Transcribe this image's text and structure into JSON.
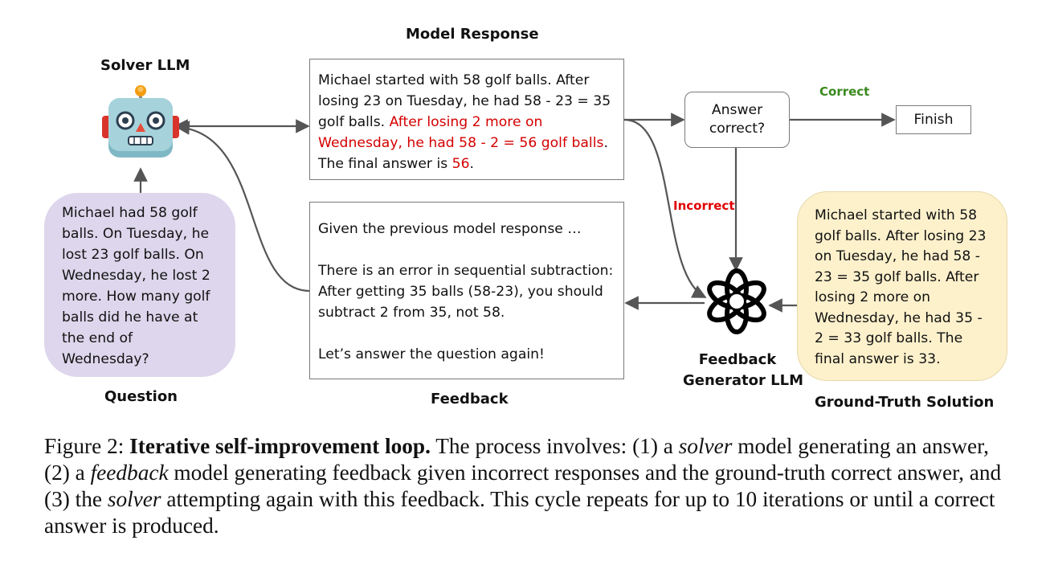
{
  "labels": {
    "solver": "Solver LLM",
    "model_response": "Model Response",
    "question": "Question",
    "feedback": "Feedback",
    "feedback_generator_line1": "Feedback",
    "feedback_generator_line2": "Generator LLM",
    "ground_truth": "Ground-Truth Solution",
    "correct": "Correct",
    "incorrect": "Incorrect"
  },
  "nodes": {
    "answer_check_line1": "Answer",
    "answer_check_line2": "correct?",
    "finish": "Finish"
  },
  "question_text": "Michael had 58 golf balls. On Tuesday, he lost 23 golf balls. On Wednesday, he lost 2 more. How many golf balls did he have at the end of Wednesday?",
  "response": {
    "part1": "Michael started with 58 golf balls. After losing 23 on Tuesday, he had 58 - 23 = 35 golf balls. ",
    "error_part": "After losing 2 more on Wednesday, he had 58 - 2 = 56 golf balls",
    "part2": ". The final answer is ",
    "final_answer": "56",
    "part3": "."
  },
  "feedback_text": {
    "p1": "Given the previous model response …",
    "p2": "There is an error in sequential subtraction: After getting 35 balls (58-23), you should subtract 2 from 35, not 58.",
    "p3": "Let’s answer the question again!"
  },
  "ground_truth_text": "Michael started with 58 golf balls. After losing 23 on Tuesday, he had 58 - 23 = 35 golf balls. After losing 2 more on Wednesday, he had 35 - 2 = 33 golf balls. The final answer is 33.",
  "caption": {
    "prefix": "Figure 2: ",
    "title": "Iterative self-improvement loop.",
    "t1": " The process involves: (1) a ",
    "em1": "solver",
    "t2": " model generating an answer, (2) a ",
    "em2": "feedback",
    "t3": " model generating feedback given incorrect responses and the ground-truth correct answer, and (3) the ",
    "em3": "solver",
    "t4": " attempting again with this feedback. This cycle repeats for up to 10 iterations or until a correct answer is produced."
  },
  "colors": {
    "question_bg": "#ddd6ec",
    "ground_truth_bg": "#fdf1cc",
    "correct": "#3a8a1e",
    "incorrect": "#e00000",
    "arrow": "#555555",
    "error_text": "#d40000"
  },
  "icons": [
    "robot-icon",
    "openai-logo-icon"
  ]
}
